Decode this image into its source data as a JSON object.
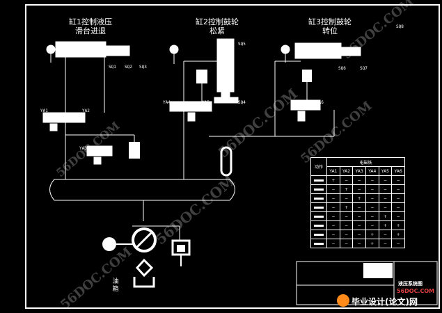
{
  "titles": {
    "cyl1": [
      "缸1控制液压",
      "滑台进退"
    ],
    "cyl2": [
      "缸2控制鼓轮",
      "松紧"
    ],
    "cyl3": [
      "缸3控制鼓轮",
      "转位"
    ]
  },
  "sensors": [
    "SQ1",
    "SQ2",
    "SQ3",
    "SQ4",
    "SQ5",
    "SQ6",
    "SQ7",
    "SQ8"
  ],
  "valves": [
    "YA1",
    "YA2",
    "YA3",
    "YA4",
    "YA5",
    "YA6"
  ],
  "tank_label": [
    "油",
    "箱"
  ],
  "solenoid_table": {
    "header_top": "电磁铁",
    "header_action": "动作",
    "columns": [
      "YA1",
      "YA2",
      "YA3",
      "YA4",
      "YA5",
      "YA6"
    ],
    "rows": [
      [
        "+",
        "−",
        "−",
        "−",
        "−",
        "−"
      ],
      [
        "−",
        "+",
        "−",
        "−",
        "−",
        "−"
      ],
      [
        "−",
        "−",
        "+",
        "−",
        "−",
        "−"
      ],
      [
        "−",
        "+",
        "−",
        "−",
        "−",
        "−"
      ],
      [
        "−",
        "−",
        "−",
        "−",
        "+",
        "−"
      ],
      [
        "−",
        "−",
        "−",
        "−",
        "+",
        "+"
      ],
      [
        "−",
        "−",
        "−",
        "+",
        "−",
        "+"
      ],
      [
        "−",
        "−",
        "−",
        "+",
        "−",
        "−"
      ]
    ]
  },
  "title_block": {
    "drawing_name": "液压系统图"
  },
  "watermarks": [
    "56DOC.COM",
    "56DOC.COM",
    "56DOC.COM",
    "56DOC.COM",
    "56DOC.COM",
    "56DOC.COM"
  ],
  "brand": {
    "site": "56DOC.COM",
    "name": "毕业设计(论文)网"
  }
}
